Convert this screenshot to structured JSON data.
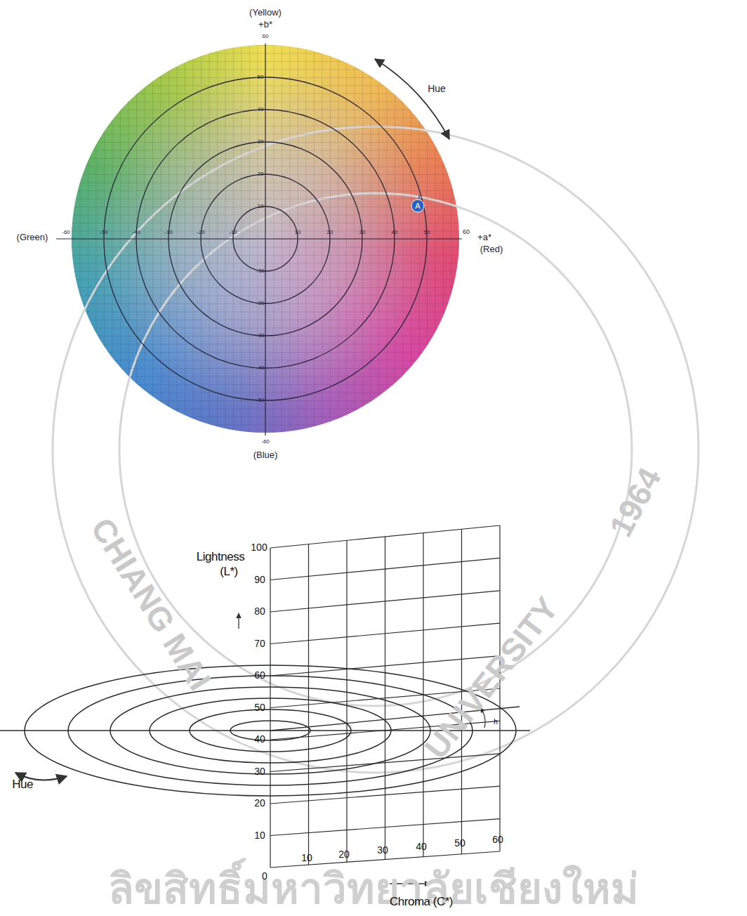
{
  "diagram": {
    "labels": [
      "CHIANG MAI",
      "UNIVERSITY",
      "1964",
      "ลิขสิทธิ์มหาวิทยาลัยเชียงใหม่",
      "(Yellow)",
      "+b*",
      "60",
      "50",
      "40",
      "30",
      "20",
      "10",
      "Hue",
      "(Green)",
      "-60",
      "-50",
      "-40",
      "-30",
      "-20",
      "-10",
      "10",
      "20",
      "30",
      "40",
      "50",
      "60",
      "+a*",
      "(Red)",
      "A",
      "-10",
      "-20",
      "-30",
      "-40",
      "-50",
      "-60",
      "(Blue)",
      "Lightness",
      "(L*)",
      "100",
      "90",
      "80",
      "70",
      "60",
      "50",
      "40",
      "30",
      "20",
      "10",
      "0",
      "10",
      "20",
      "30",
      "40",
      "50",
      "60",
      "Chroma (C*)",
      "Hue",
      "h"
    ]
  }
}
